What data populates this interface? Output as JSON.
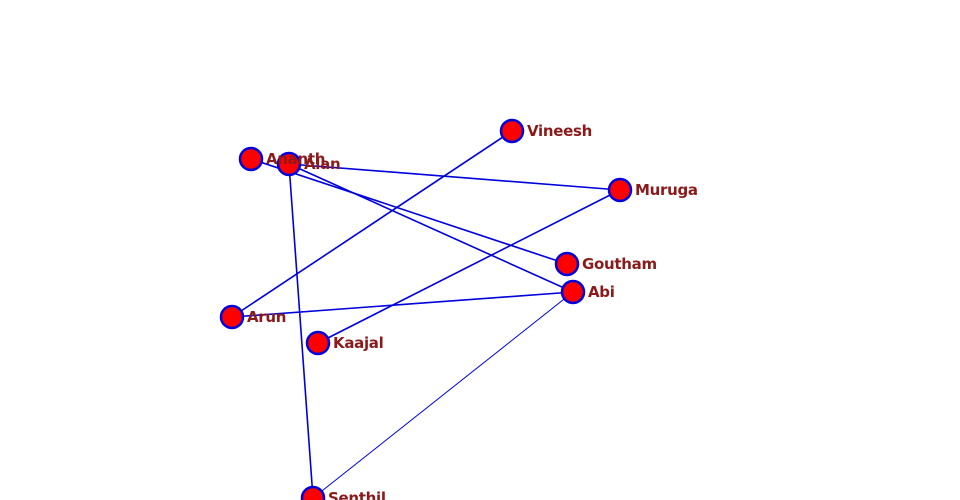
{
  "graph": {
    "node_color": "#ff0000",
    "node_border_color": "#0000dd",
    "edge_color": "#0000dd",
    "label_color": "#8b1a1a",
    "nodes": [
      {
        "id": "vineesh",
        "label": "Vineesh"
      },
      {
        "id": "ananth",
        "label": "Ananth"
      },
      {
        "id": "alan",
        "label": "Alan"
      },
      {
        "id": "muruga",
        "label": "Muruga"
      },
      {
        "id": "goutham",
        "label": "Goutham"
      },
      {
        "id": "abi",
        "label": "Abi"
      },
      {
        "id": "arun",
        "label": "Arun"
      },
      {
        "id": "kaajal",
        "label": "Kaajal"
      },
      {
        "id": "senthil",
        "label": "Senthil"
      }
    ],
    "edges": [
      {
        "source": "ananth",
        "target": "goutham"
      },
      {
        "source": "alan",
        "target": "muruga"
      },
      {
        "source": "alan",
        "target": "abi"
      },
      {
        "source": "alan",
        "target": "senthil"
      },
      {
        "source": "vineesh",
        "target": "arun"
      },
      {
        "source": "muruga",
        "target": "kaajal"
      },
      {
        "source": "arun",
        "target": "abi"
      },
      {
        "source": "abi",
        "target": "senthil"
      }
    ]
  }
}
